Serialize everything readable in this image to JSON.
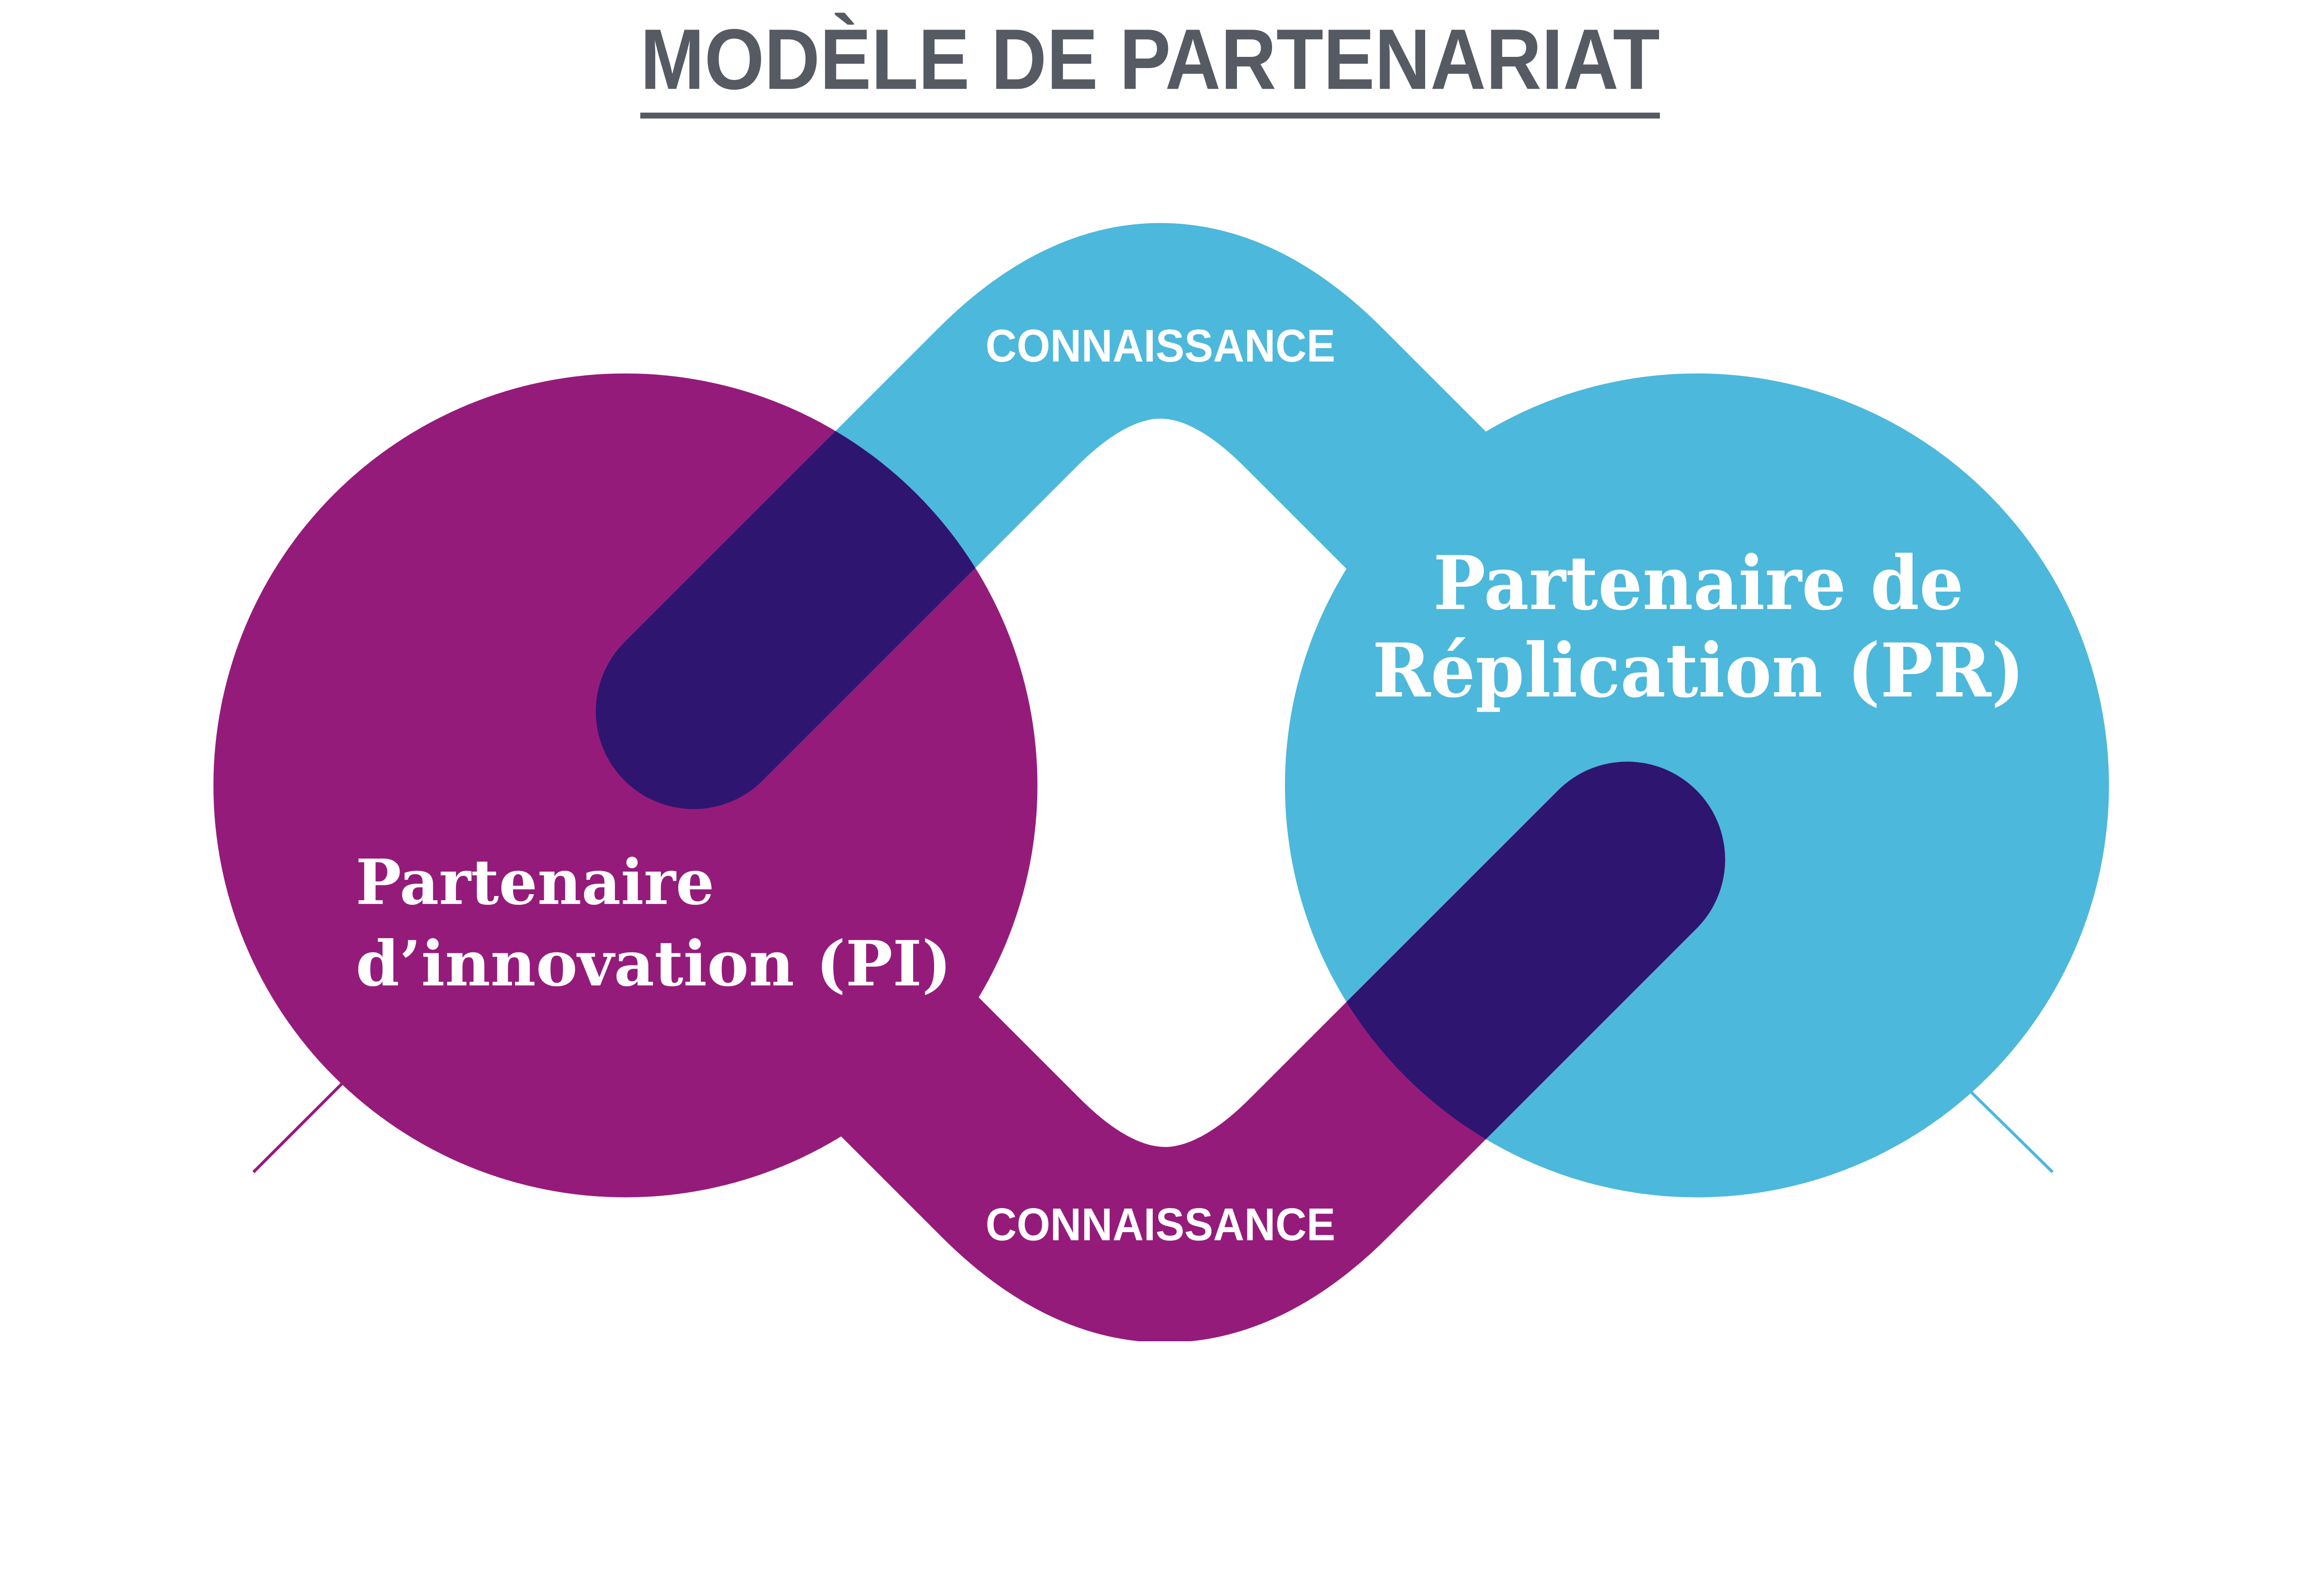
{
  "title": "MODÈLE DE PARTENARIAT",
  "colors": {
    "innovation": "#951b7b",
    "replication": "#4cb8db",
    "overlap": "#2e1570",
    "title": "#565a63"
  },
  "bands": {
    "top_label": "CONNAISSANCE",
    "bottom_label": "CONNAISSANCE"
  },
  "innovation_partner": {
    "line1": "Partenaire",
    "line2": "d’innovation (PI)"
  },
  "replication_partner": {
    "line1": "Partenaire de",
    "line2": "Réplication (PR)"
  }
}
